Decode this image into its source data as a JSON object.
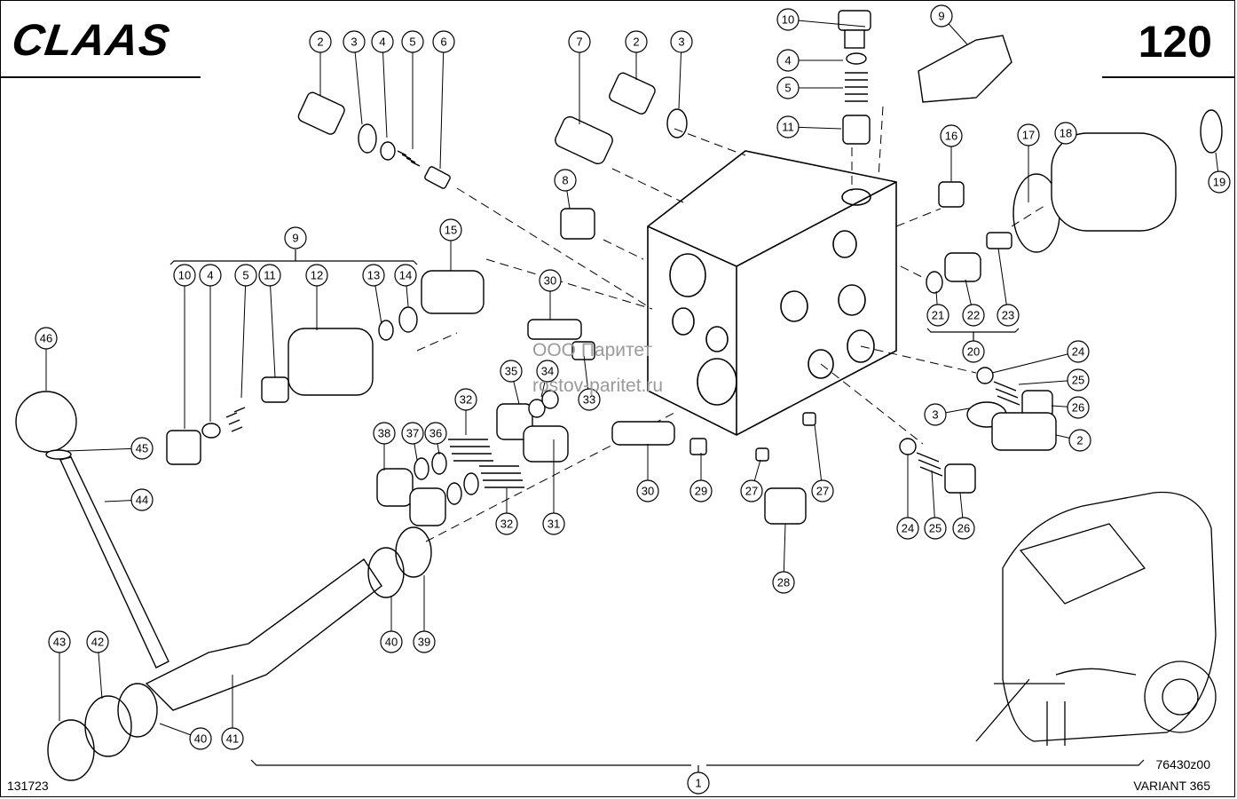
{
  "header": {
    "brand_logo_text": "CLAAS",
    "page_number": "120"
  },
  "footer": {
    "drawing_ref": "131723",
    "model": "VARIANT 365",
    "figure_code": "76430z00"
  },
  "watermark": {
    "line1": "ООО Паритет",
    "line2": "rostov-paritet.ru"
  },
  "callouts": [
    {
      "label": "10"
    },
    {
      "label": "9"
    },
    {
      "label": "4"
    },
    {
      "label": "5"
    },
    {
      "label": "11"
    },
    {
      "label": "16"
    },
    {
      "label": "17"
    },
    {
      "label": "18"
    },
    {
      "label": "19"
    },
    {
      "label": "2"
    },
    {
      "label": "3"
    },
    {
      "label": "4"
    },
    {
      "label": "5"
    },
    {
      "label": "6"
    },
    {
      "label": "7"
    },
    {
      "label": "2"
    },
    {
      "label": "3"
    },
    {
      "label": "8"
    },
    {
      "label": "9"
    },
    {
      "label": "10"
    },
    {
      "label": "4"
    },
    {
      "label": "5"
    },
    {
      "label": "11"
    },
    {
      "label": "12"
    },
    {
      "label": "13"
    },
    {
      "label": "14"
    },
    {
      "label": "15"
    },
    {
      "label": "30"
    },
    {
      "label": "35"
    },
    {
      "label": "34"
    },
    {
      "label": "33"
    },
    {
      "label": "32"
    },
    {
      "label": "38"
    },
    {
      "label": "37"
    },
    {
      "label": "36"
    },
    {
      "label": "32"
    },
    {
      "label": "31"
    },
    {
      "label": "30"
    },
    {
      "label": "29"
    },
    {
      "label": "27"
    },
    {
      "label": "27"
    },
    {
      "label": "28"
    },
    {
      "label": "21"
    },
    {
      "label": "22"
    },
    {
      "label": "23"
    },
    {
      "label": "20"
    },
    {
      "label": "24"
    },
    {
      "label": "25"
    },
    {
      "label": "26"
    },
    {
      "label": "3"
    },
    {
      "label": "2"
    },
    {
      "label": "24"
    },
    {
      "label": "25"
    },
    {
      "label": "26"
    },
    {
      "label": "46"
    },
    {
      "label": "45"
    },
    {
      "label": "44"
    },
    {
      "label": "43"
    },
    {
      "label": "42"
    },
    {
      "label": "40"
    },
    {
      "label": "41"
    },
    {
      "label": "40"
    },
    {
      "label": "39"
    },
    {
      "label": "1"
    }
  ]
}
